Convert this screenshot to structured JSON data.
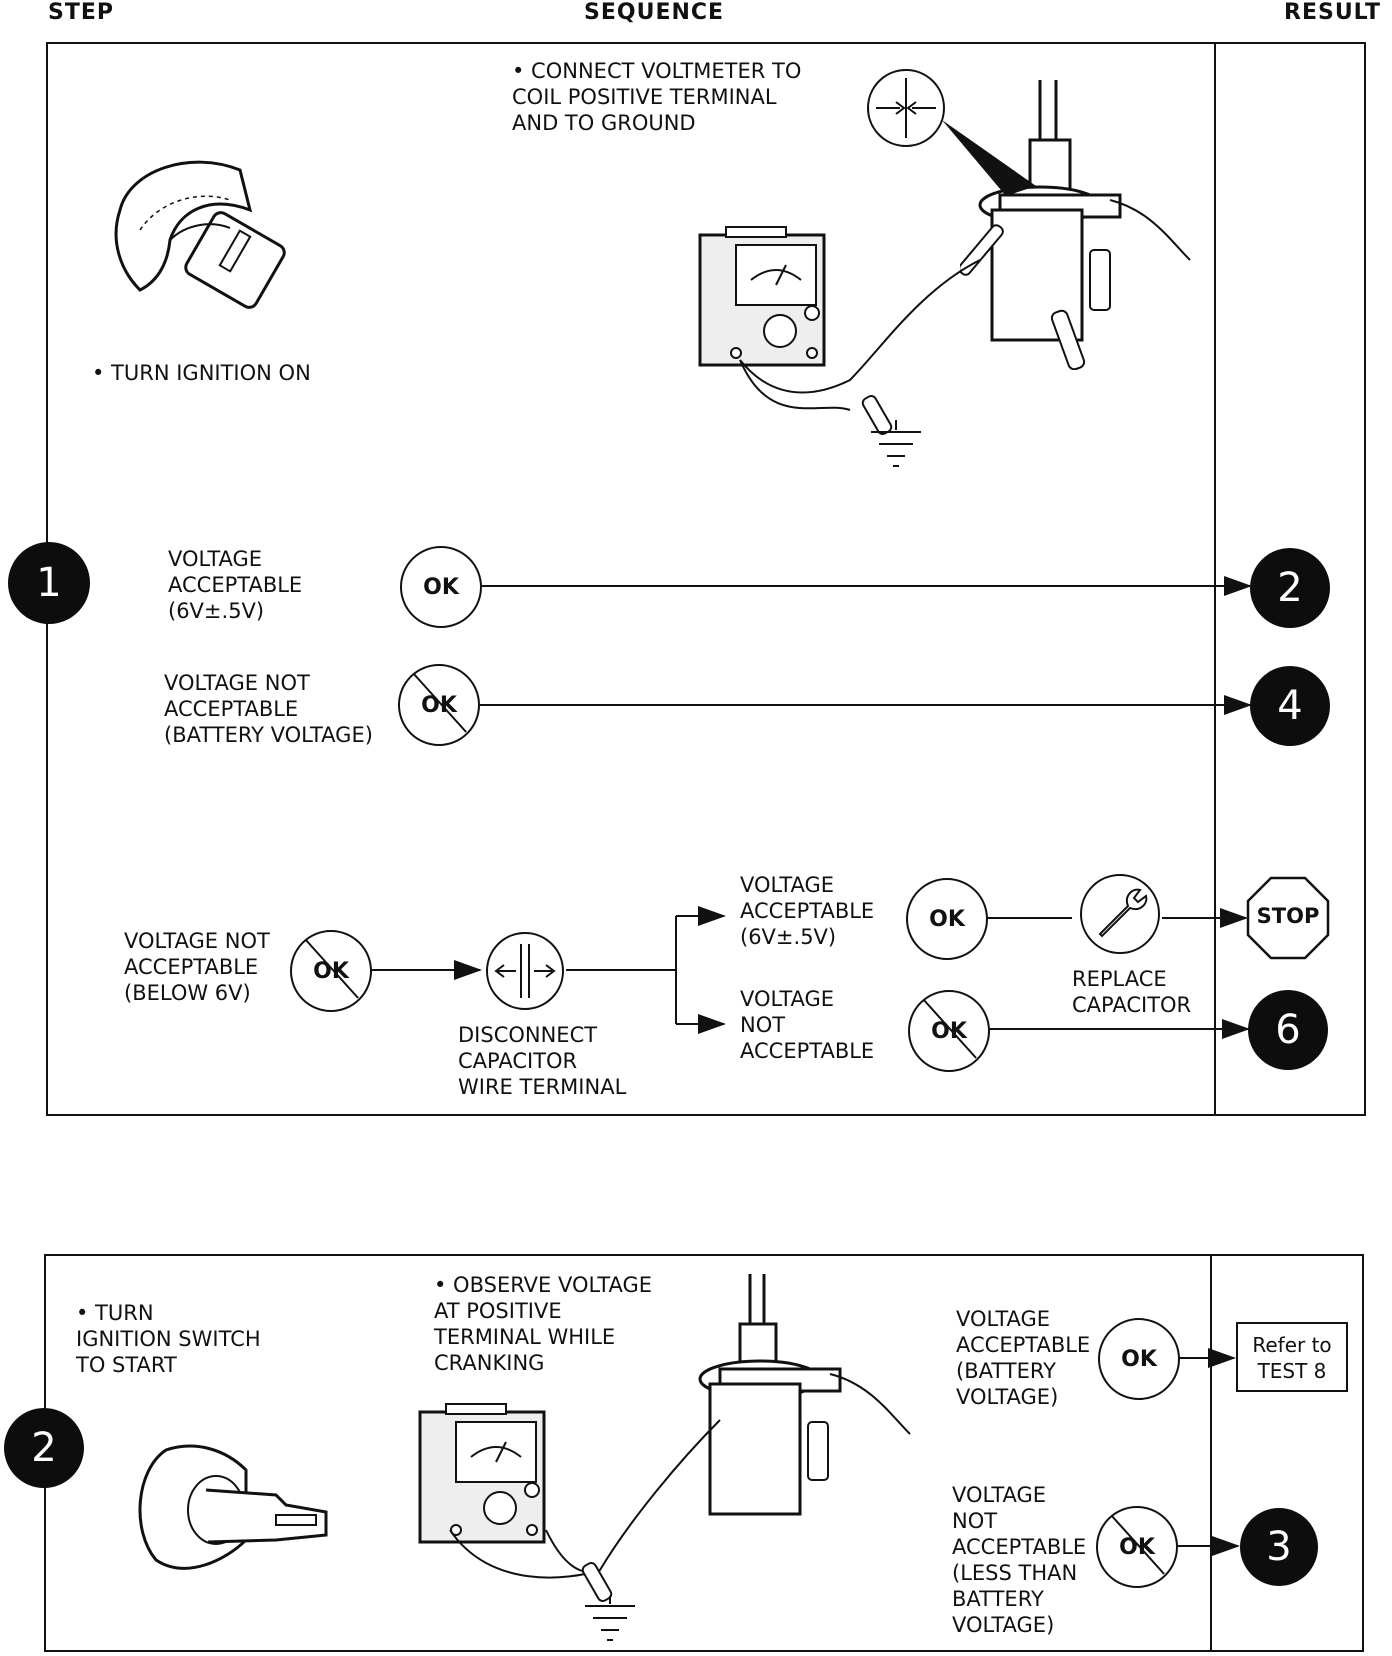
{
  "headers": {
    "step": "STEP",
    "sequence": "SEQUENCE",
    "result": "RESULT"
  },
  "step1": {
    "badge": "1",
    "connect_note": "• CONNECT VOLTMETER TO\nCOIL POSITIVE TERMINAL\nAND TO GROUND",
    "ignition_note": "• TURN IGNITION ON",
    "branch_a": {
      "label": "VOLTAGE\nACCEPTABLE\n(6V±.5V)",
      "ok": "OK",
      "result": "2"
    },
    "branch_b": {
      "label": "VOLTAGE NOT\nACCEPTABLE\n(BATTERY VOLTAGE)",
      "ok": "OK",
      "result": "4"
    },
    "branch_c": {
      "label": "VOLTAGE NOT\nACCEPTABLE\n(BELOW 6V)",
      "ok": "OK",
      "disconnect_label": "DISCONNECT\nCAPACITOR\nWIRE TERMINAL",
      "sub_a": {
        "label": "VOLTAGE\nACCEPTABLE\n(6V±.5V)",
        "ok": "OK",
        "action": "REPLACE\nCAPACITOR",
        "result": "STOP"
      },
      "sub_b": {
        "label": "VOLTAGE\nNOT\nACCEPTABLE",
        "ok": "OK",
        "result": "6"
      }
    }
  },
  "step2": {
    "badge": "2",
    "ignition_note": "• TURN\nIGNITION SWITCH\nTO START",
    "observe_note": "• OBSERVE VOLTAGE\nAT POSITIVE\nTERMINAL WHILE\nCRANKING",
    "branch_a": {
      "label": "VOLTAGE\nACCEPTABLE\n(BATTERY\nVOLTAGE)",
      "ok": "OK",
      "result": "Refer to\nTEST 8"
    },
    "branch_b": {
      "label": "VOLTAGE\nNOT\nACCEPTABLE\n(LESS THAN\nBATTERY\nVOLTAGE)",
      "ok": "OK",
      "result": "3"
    }
  },
  "colors": {
    "ink": "#111111",
    "badge": "#0d0d0d",
    "paper": "#ffffff"
  },
  "icons": [
    "ignition-key-icon",
    "voltmeter-icon",
    "ignition-coil-icon",
    "ground-icon",
    "connector-icon",
    "wrench-icon",
    "stop-sign-icon"
  ]
}
